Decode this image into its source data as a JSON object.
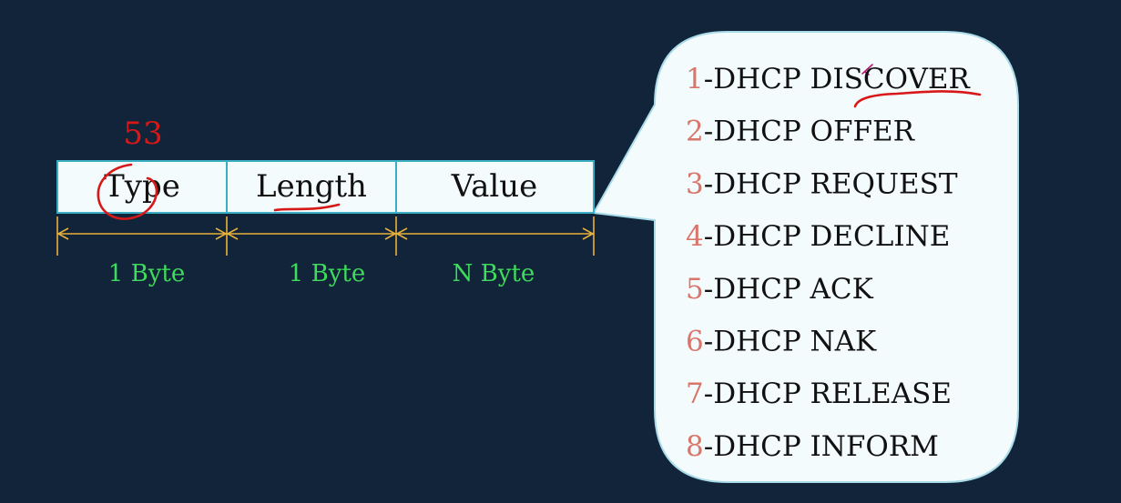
{
  "fields": [
    {
      "label": "Type",
      "size": "1 Byte"
    },
    {
      "label": "Length",
      "size": "1 Byte"
    },
    {
      "label": "Value",
      "size": "N Byte"
    }
  ],
  "annotation": {
    "text": "53"
  },
  "messages": [
    {
      "num": "1",
      "name": "-DHCP DISCOVER"
    },
    {
      "num": "2",
      "name": "-DHCP OFFER"
    },
    {
      "num": "3",
      "name": "-DHCP REQUEST"
    },
    {
      "num": "4",
      "name": "-DHCP DECLINE"
    },
    {
      "num": "5",
      "name": "-DHCP ACK"
    },
    {
      "num": "6",
      "name": "-DHCP NAK"
    },
    {
      "num": "7",
      "name": "-DHCP RELEASE"
    },
    {
      "num": "8",
      "name": "-DHCP INFORM"
    }
  ],
  "colors": {
    "background": "#12243a",
    "box_fill": "#f4fbfd",
    "box_border": "#3aaec3",
    "bubble_fill": "#f4fbfd",
    "bubble_border": "#a9dbe8",
    "dimension_line": "#e8b23a",
    "size_label": "#3ddc5a",
    "number": "#d8766b",
    "message_text": "#111111",
    "pen_annotation": "#d81818"
  }
}
